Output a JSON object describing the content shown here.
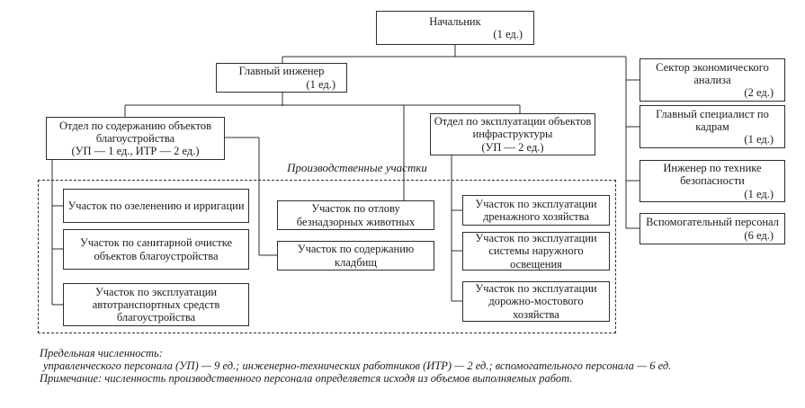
{
  "diagram": {
    "type": "org-chart",
    "colors": {
      "line": "#2e2e2e",
      "background": "#ffffff",
      "text": "#1c1c1c"
    },
    "section_label": "Производственные участки",
    "nodes": {
      "head": {
        "label": "Начальник",
        "count": "(1 ед.)"
      },
      "chief_engineer": {
        "label": "Главный инженер",
        "count": "(1 ед.)"
      },
      "dept_maintenance": {
        "label": "Отдел по содержанию объектов благоустройства",
        "count": "(УП — 1 ед., ИТР — 2 ед.)"
      },
      "dept_infra": {
        "label": "Отдел по эксплуатации объектов инфраструктуры",
        "count": "(УП — 2 ед.)"
      },
      "sector_econ": {
        "label": "Сектор экономического анализа",
        "count": "(2 ед.)"
      },
      "hr_specialist": {
        "label": "Главный специалист по кадрам",
        "count": "(1 ед.)"
      },
      "safety_engineer": {
        "label": "Инженер по технике безопасности",
        "count": "(1 ед.)"
      },
      "support_staff": {
        "label": "Вспомогательный персонал",
        "count": "(6 ед.)"
      },
      "sec_greening": {
        "label": "Участок по озеленению и ирригации"
      },
      "sec_sanitary": {
        "label": "Участок по санитарной очистке объектов благоустройства"
      },
      "sec_transport": {
        "label": "Участок по эксплуатации автотранспортных средств благоустройства"
      },
      "sec_animals": {
        "label": "Участок по отлову безнадзорных животных"
      },
      "sec_cemetery": {
        "label": "Участок по содержанию кладбищ"
      },
      "sec_drainage": {
        "label": "Участок по эксплуатации дренажного хозяйства"
      },
      "sec_lighting": {
        "label": "Участок по эксплуатации системы наружного освещения"
      },
      "sec_roads": {
        "label": "Участок по эксплуатации дорожно-мостового хозяйства"
      }
    },
    "notes": {
      "line1": "Предельная численность:",
      "line2": "управленческого персонала (УП) — 9 ед.; инженерно-технических работников (ИТР) — 2 ед.; вспомогательного персонала — 6 ед.",
      "line3": "Примечание: численность производственного персонала определяется исходя из объемов выполняемых работ."
    }
  }
}
